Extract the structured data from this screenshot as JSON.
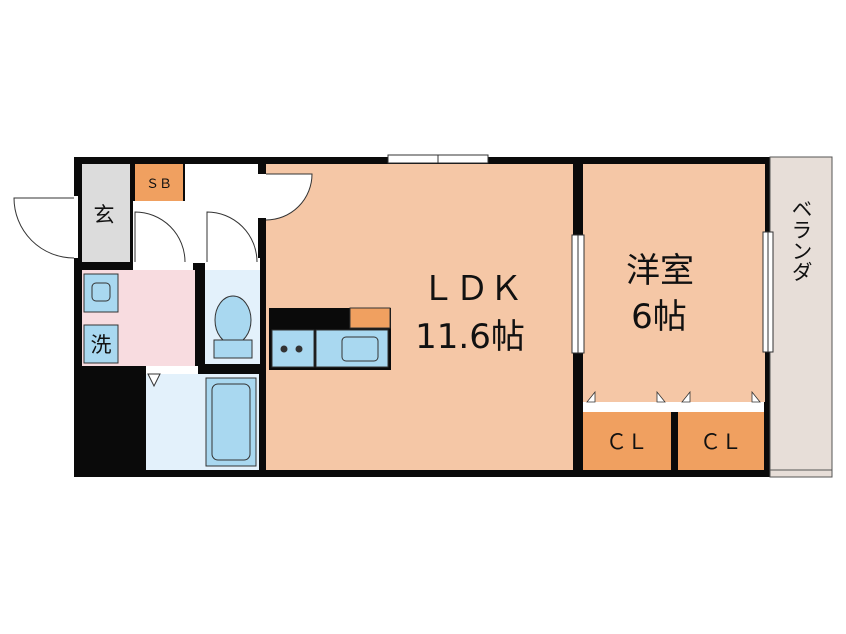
{
  "rooms": {
    "ldk": {
      "name": "ＬＤＫ",
      "size": "11.6帖"
    },
    "western": {
      "name": "洋室",
      "size": "6帖"
    },
    "closet_left": "ＣＬ",
    "closet_right": "ＣＬ",
    "entrance": "玄",
    "shoe_box": "ＳＢ",
    "laundry": "洗",
    "balcony": "ベランダ"
  },
  "colors": {
    "wall": "#0a0a0a",
    "living": "#f5c7a6",
    "closet": "#f0a060",
    "wet_area": "#e3f1fb",
    "washroom": "#f8dce0",
    "entrance_floor": "#dcdcdc",
    "balcony": "#e7ded8",
    "fixture": "#a9d8f0"
  }
}
